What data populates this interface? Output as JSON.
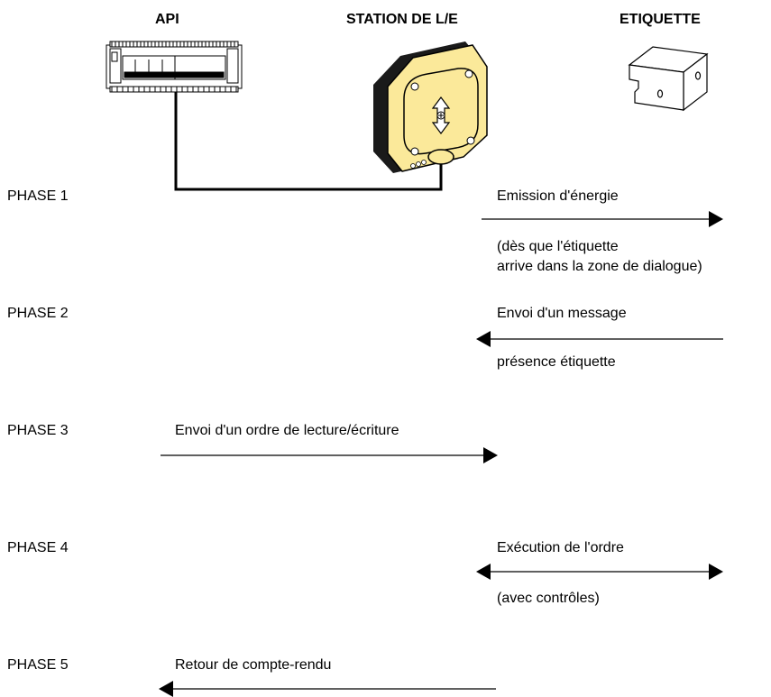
{
  "headers": {
    "api": "API",
    "station": "STATION DE L/E",
    "tag": "ETIQUETTE"
  },
  "phases": [
    {
      "label": "PHASE 1",
      "title": "Emission d'énergie",
      "note_line1": "(dès que l'étiquette",
      "note_line2": "arrive dans la zone de dialogue)",
      "direction": "right"
    },
    {
      "label": "PHASE 2",
      "title": "Envoi d'un message",
      "note_line1": "présence étiquette",
      "direction": "left"
    },
    {
      "label": "PHASE 3",
      "title": "Envoi d'un ordre de lecture/écriture",
      "direction": "right"
    },
    {
      "label": "PHASE 4",
      "title": "Exécution de l'ordre",
      "note_line1": "(avec contrôles)",
      "direction": "both"
    },
    {
      "label": "PHASE 5",
      "title": "Retour de compte-rendu",
      "direction": "left"
    }
  ],
  "colors": {
    "station_body": "#fbe99a",
    "station_shadow": "#1a1a1a",
    "line": "#000000"
  },
  "icons": [
    "plc-icon",
    "rfid-station-icon",
    "rfid-tag-icon"
  ]
}
